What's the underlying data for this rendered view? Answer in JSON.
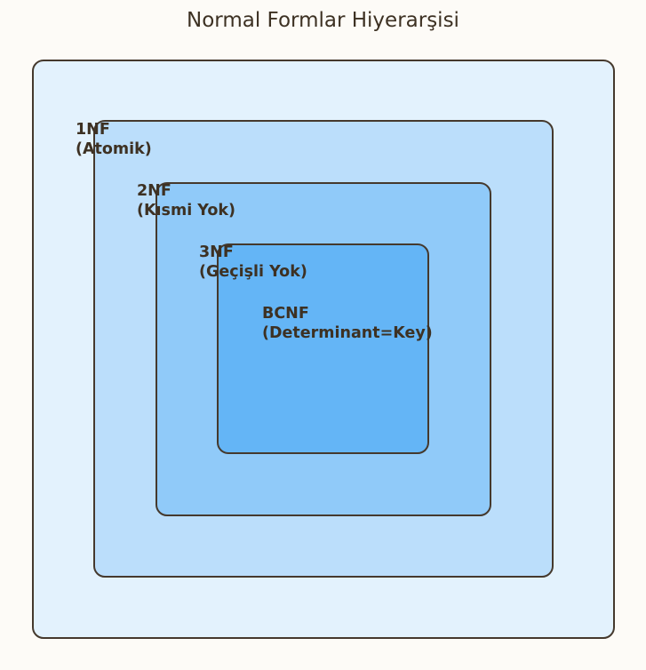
{
  "title": "Normal Formlar Hiyerarşisi",
  "boxes": [
    {
      "id": "outer",
      "fill": "#e3f2fd"
    },
    {
      "id": "1nf",
      "line1": "1NF",
      "line2": "(Atomik)",
      "fill": "#bbdefb"
    },
    {
      "id": "2nf",
      "line1": "2NF",
      "line2": "(Kısmi Yok)",
      "fill": "#90caf9"
    },
    {
      "id": "3nf",
      "line1": "3NF",
      "line2": "(Geçişli Yok)",
      "fill": "#64b5f6"
    },
    {
      "id": "bcnf",
      "line1": "BCNF",
      "line2": "(Determinant=Key)"
    }
  ],
  "colors": {
    "background": "#fdfbf7",
    "stroke": "#45392d",
    "text": "#3d3123"
  }
}
